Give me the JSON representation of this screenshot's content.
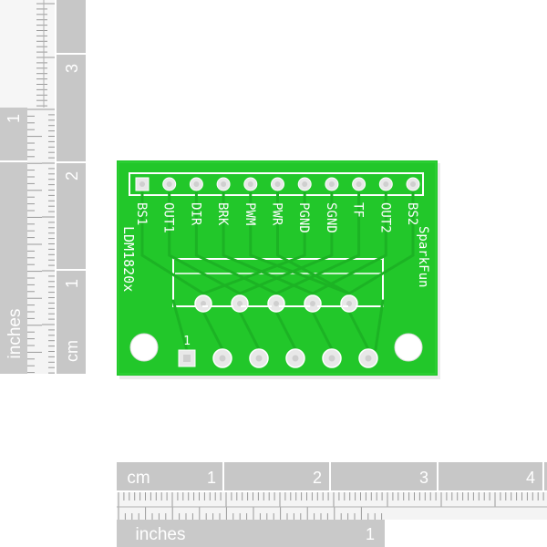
{
  "rulers": {
    "vertical": {
      "cm_label": "cm",
      "cm_numbers": [
        "1",
        "2",
        "3"
      ],
      "inches_label": "inches",
      "inches_numbers": [
        "1"
      ]
    },
    "horizontal": {
      "cm_label": "cm",
      "cm_numbers": [
        "1",
        "2",
        "3",
        "4"
      ],
      "inches_label": "inches",
      "inches_numbers": [
        "1"
      ]
    },
    "colors": {
      "strip": "#c8c8c8",
      "strip_dark": "#bdbdbd",
      "text": "#ffffff"
    }
  },
  "board": {
    "pin_labels": [
      "BS1",
      "OUT1",
      "DIR",
      "BRK",
      "PWM",
      "PWR",
      "PGND",
      "SGND",
      "TF",
      "OUT2",
      "BS2"
    ],
    "part_name": "LDM1820x",
    "brand": "SparkFun",
    "pin1_marker": "1",
    "colors": {
      "pcb": "#22c72a",
      "silk": "#ffffff",
      "pad": "#e8e8e8",
      "hole": "#ffffff"
    }
  }
}
